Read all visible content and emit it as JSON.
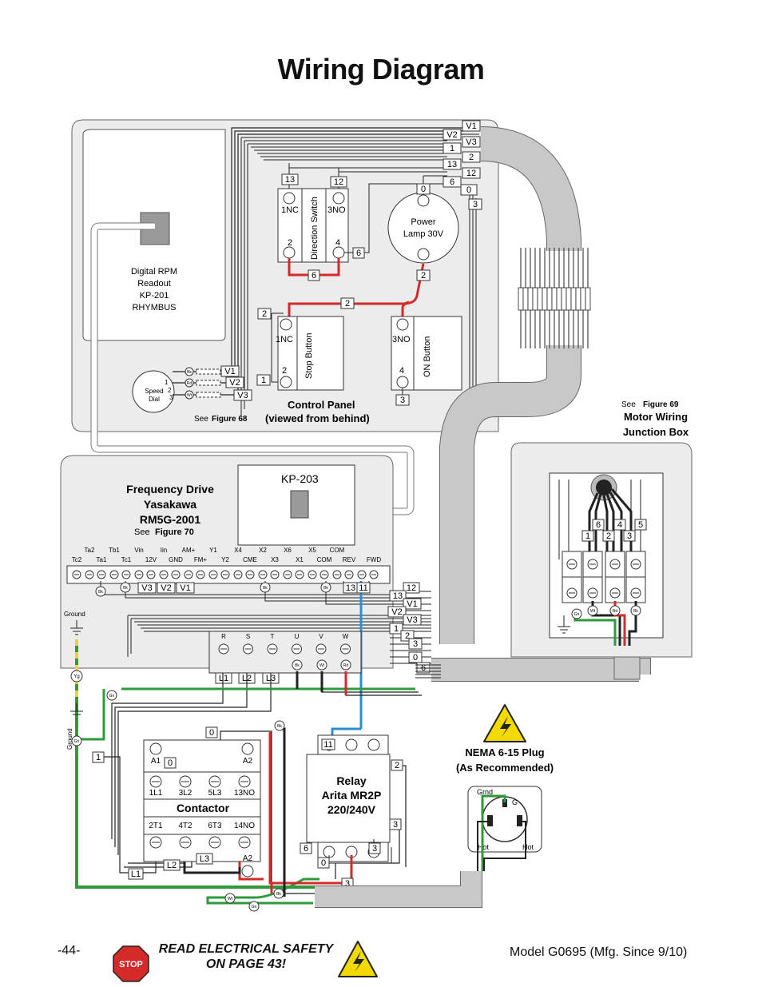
{
  "page": {
    "title": "Wiring Diagram",
    "page_number": "-44-",
    "safety_line1": "READ ELECTRICAL SAFETY",
    "safety_line2": "ON PAGE 43!",
    "model": "Model G0695 (Mfg. Since 9/10)",
    "stop_sign_text": "STOP"
  },
  "colors": {
    "red": "#d42a2a",
    "blue": "#2a8fd0",
    "green": "#2e9a3c",
    "yellow": "#e8d82a",
    "black": "#111111",
    "panel_fill": "#ececec",
    "conduit_fill": "#c8c8c8",
    "warning_yellow": "#f2d900"
  },
  "control_panel": {
    "title": "Control Panel",
    "subtitle": "(viewed from behind)",
    "see_prefix": "See",
    "see_ref": "Figure 68",
    "rpm_readout": [
      "Digital RPM",
      "Readout",
      "KP-201",
      "RHYMBUS"
    ],
    "speed_dial": [
      "Speed",
      "Dial"
    ],
    "speed_dial_pins": [
      "1",
      "2",
      "3"
    ],
    "direction_switch": "Direction Switch",
    "stop_button": "Stop Button",
    "on_button": "ON Button",
    "power_lamp": [
      "Power",
      "Lamp 30V"
    ],
    "contact_labels": [
      "1NC",
      "3NO",
      "2",
      "4",
      "1NC",
      "2",
      "3NO",
      "4"
    ],
    "wire_tags": [
      "V2",
      "V1",
      "V3",
      "1",
      "2",
      "13",
      "12",
      "6",
      "0",
      "3",
      "13",
      "12",
      "0",
      "6",
      "2",
      "2",
      "1",
      "3",
      "V1",
      "V2",
      "V3"
    ],
    "wire_colors": [
      "Bk",
      "Rd",
      "Wt"
    ]
  },
  "freq_drive": {
    "title": [
      "Frequency Drive",
      "Yasakawa",
      "RM5G-2001"
    ],
    "see_prefix": "See",
    "see_ref": "Figure 70",
    "keypad": "KP-203",
    "top_row_labels": [
      "Ta2",
      "Tb1",
      "Vin",
      "Iin",
      "AM+",
      "Y1",
      "X4",
      "X2",
      "X6",
      "X5",
      "COM"
    ],
    "bottom_row_labels": [
      "Tc2",
      "Ta1",
      "Tc1",
      "12V",
      "GND",
      "FM+",
      "Y2",
      "CME",
      "X3",
      "X1",
      "COM",
      "REV",
      "FWD"
    ],
    "output_labels": [
      "R",
      "S",
      "T",
      "U",
      "V",
      "W"
    ],
    "wire_tags": [
      "V3",
      "V2",
      "V1",
      "13",
      "11",
      "12",
      "13",
      "V1",
      "V2",
      "V3",
      "1",
      "2",
      "3",
      "0",
      "6",
      "L1",
      "L2",
      "L3"
    ],
    "wire_colors": [
      "Bk",
      "Bk",
      "Bk",
      "Bk",
      "Bk",
      "Wt",
      "Rd"
    ],
    "ground_label": "Ground",
    "ground_color": "Yg"
  },
  "contactor": {
    "title": "Contactor",
    "top_labels": [
      "A1",
      "A2"
    ],
    "row1": [
      "1L1",
      "3L2",
      "5L3",
      "13NO"
    ],
    "row2": [
      "2T1",
      "4T2",
      "6T3",
      "14NO"
    ],
    "bottom_label": "A2",
    "tags": [
      "0",
      "0",
      "1",
      "L1",
      "L2",
      "L3"
    ],
    "wire_colors": [
      "Bk",
      "Bk",
      "Wt",
      "Gn",
      "Gn",
      "Gn"
    ],
    "ground_label": "Ground"
  },
  "relay": {
    "title": [
      "Relay",
      "Arita MR2P",
      "220/240V"
    ],
    "tags": [
      "11",
      "2",
      "3",
      "6",
      "3",
      "0",
      "3"
    ]
  },
  "plug": {
    "title": [
      "NEMA 6-15 Plug",
      "(As Recommended)"
    ],
    "grnd": "Grnd",
    "g": "G",
    "hot_left": "Hot",
    "hot_right": "Hot"
  },
  "motor_box": {
    "see_prefix": "See",
    "see_ref": "Figure 69",
    "title": [
      "Motor Wiring",
      "Junction Box"
    ],
    "terminal_tags": [
      "1",
      "6",
      "2",
      "4",
      "3",
      "5"
    ],
    "wire_colors": [
      "Gn",
      "Wt",
      "Rd",
      "Bk"
    ]
  }
}
